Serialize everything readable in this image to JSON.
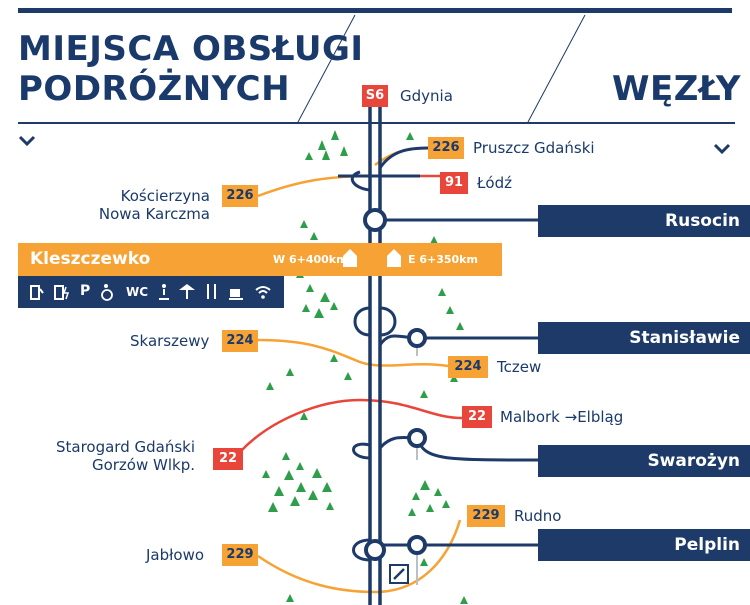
{
  "header": {
    "left_title_line1": "MIEJSCA OBSŁUGI",
    "left_title_line2": "PODRÓŻNYCH",
    "right_title": "WĘZŁY",
    "road_number": "S6",
    "road_direction_top": "Gdynia"
  },
  "junctions": [
    {
      "name": "Rusocin"
    },
    {
      "name": "Stanisławie"
    },
    {
      "name": "Swarożyn"
    },
    {
      "name": "Pelplin"
    }
  ],
  "service_area": {
    "name": "Kleszczewko",
    "km_west": "W 6+400km",
    "km_east": "E 6+350km",
    "amenities": [
      "fuel-icon",
      "ev-charging-icon",
      "P",
      "wheelchair-icon",
      "WC",
      "playground-icon",
      "picnic-icon",
      "restaurant-icon",
      "coffee-icon",
      "wifi-icon"
    ],
    "amenity_text": {
      "parking": "P",
      "wc": "WC"
    }
  },
  "roads": {
    "r226_east": {
      "number": "226",
      "destination": "Pruszcz Gdański"
    },
    "r91": {
      "number": "91",
      "destination": "Łódź"
    },
    "r226_west": {
      "number": "226",
      "destination_line1": "Kościerzyna",
      "destination_line2": "Nowa Karczma"
    },
    "r224_west": {
      "number": "224",
      "destination": "Skarszewy"
    },
    "r224_east": {
      "number": "224",
      "destination": "Tczew"
    },
    "r22_east": {
      "number": "22",
      "destination": "Malbork →Elbląg"
    },
    "r22_west": {
      "number": "22",
      "destination_line1": "Starogard Gdański",
      "destination_line2": "Gorzów Wlkp."
    },
    "r229_east": {
      "number": "229",
      "destination": "Rudno"
    },
    "r229_west": {
      "number": "229",
      "destination": "Jabłowo"
    }
  },
  "colors": {
    "navy": "#1d3a68",
    "orange": "#f7a234",
    "red": "#e8463a",
    "green": "#2e9e4a",
    "gray": "#b9c0c8"
  }
}
